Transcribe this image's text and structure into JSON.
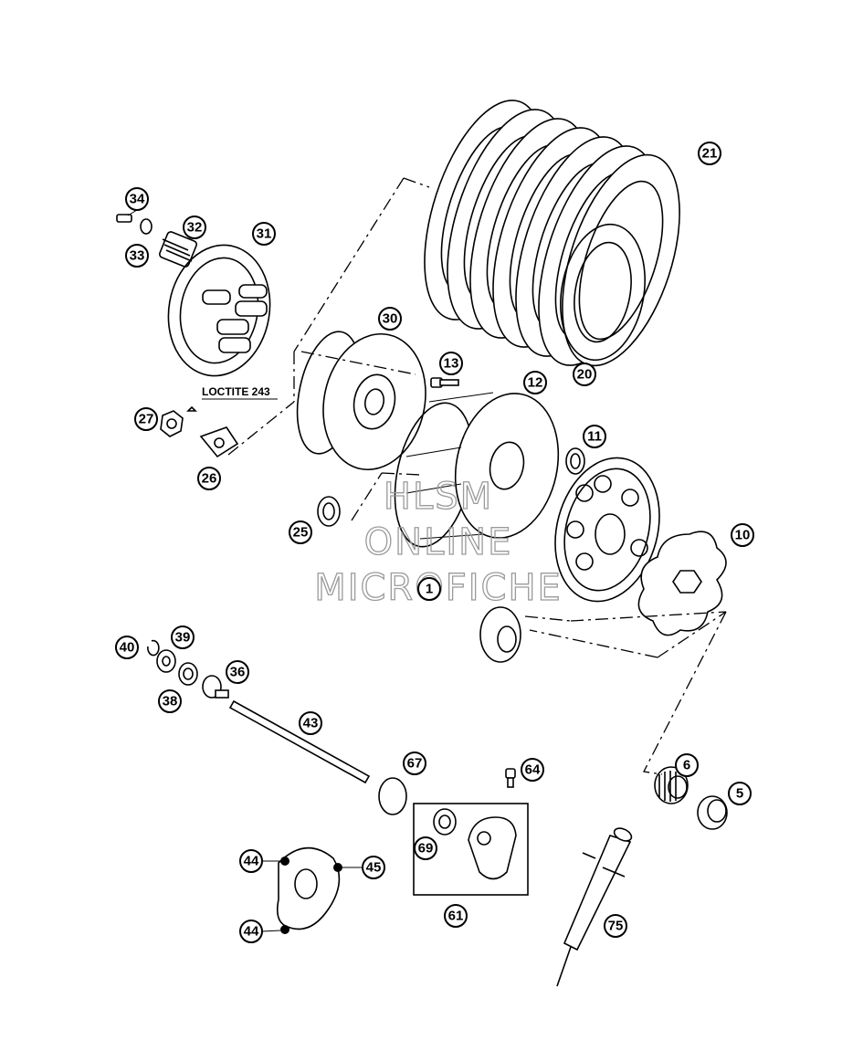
{
  "annotation": {
    "loctite": "LOCTITE 243"
  },
  "watermark": [
    "HLSM",
    "ONLINE",
    "MICROFICHE"
  ],
  "callouts": [
    "34",
    "33",
    "32",
    "31",
    "27",
    "26",
    "30",
    "13",
    "12",
    "11",
    "25",
    "1",
    "21",
    "20",
    "10",
    "40",
    "39",
    "38",
    "36",
    "43",
    "67",
    "64",
    "69",
    "61",
    "44",
    "45",
    "44",
    "6",
    "5",
    "75"
  ]
}
